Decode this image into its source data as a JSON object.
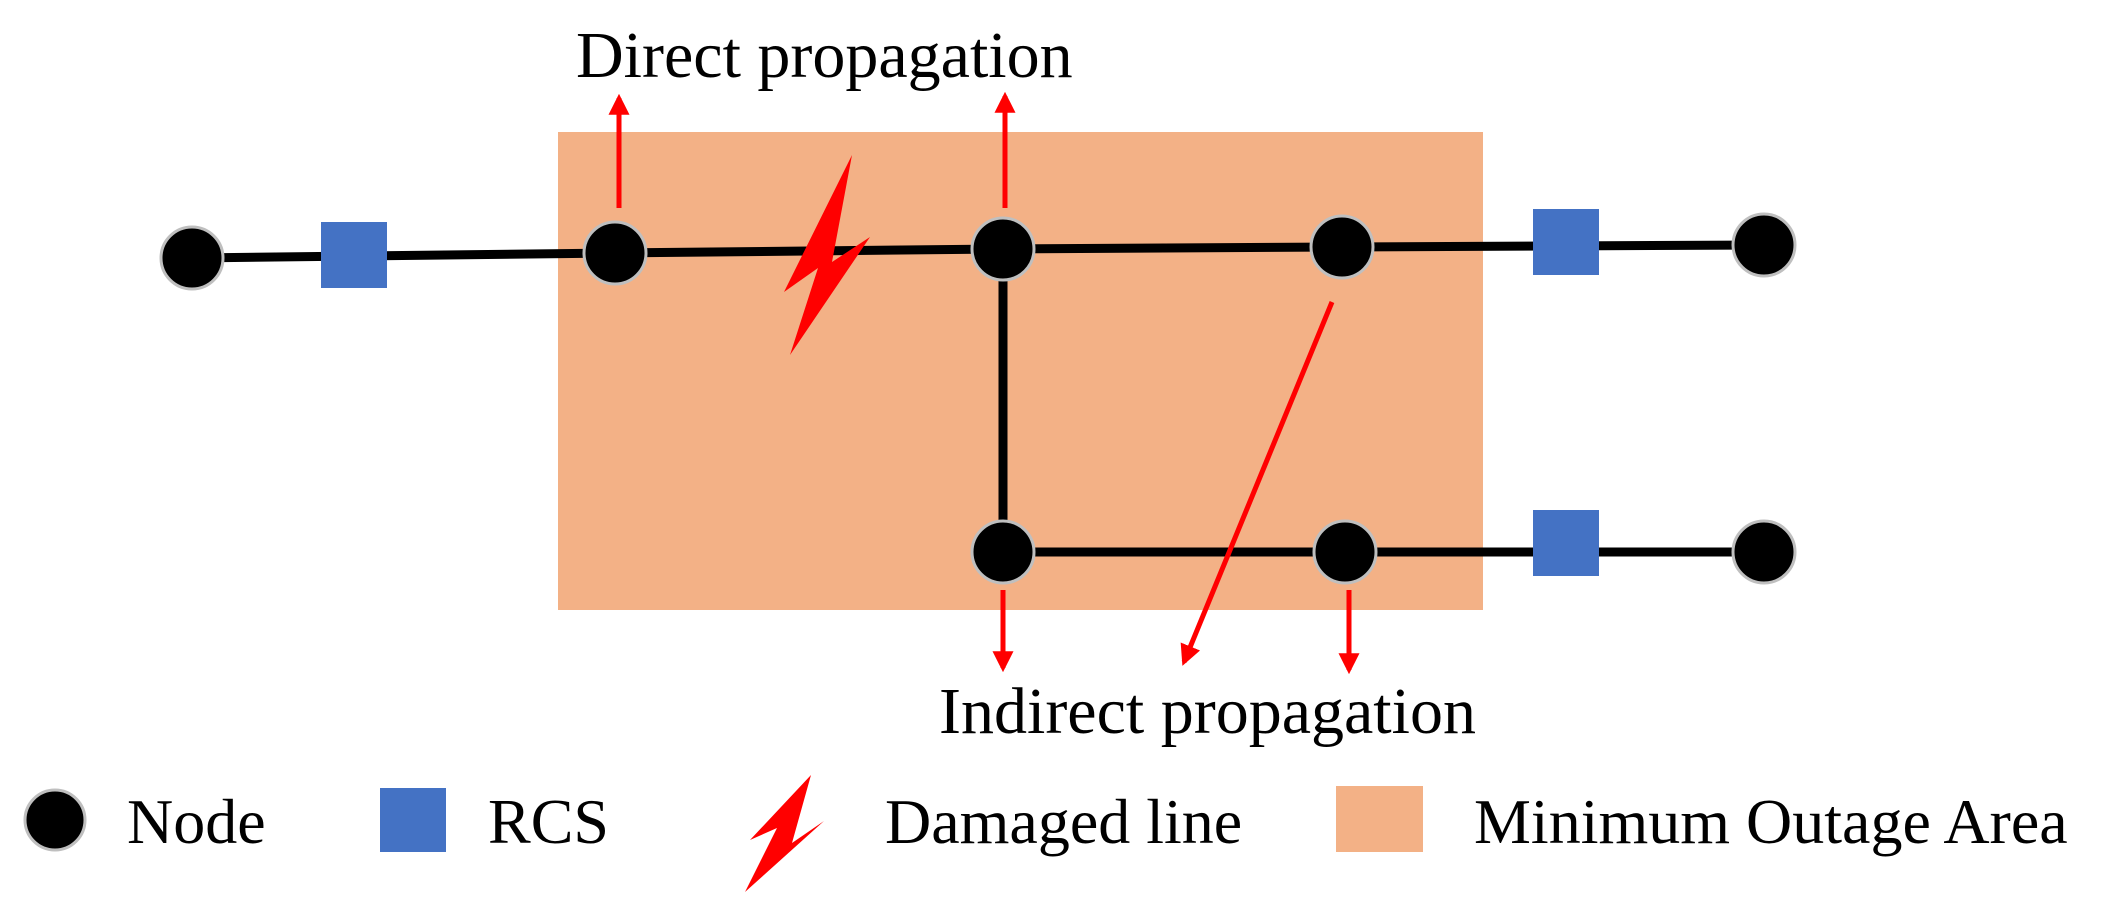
{
  "colors": {
    "outage_area": "#F3B186",
    "rcs": "#4472C4",
    "node": "#000000",
    "node_outline": "#BFBFBF",
    "line": "#000000",
    "fault": "#FF0000",
    "arrow": "#FF0000"
  },
  "annotations": {
    "direct": "Direct propagation",
    "indirect": "Indirect propagation"
  },
  "legend": [
    {
      "symbol": "node",
      "label": "Node"
    },
    {
      "symbol": "rcs",
      "label": "RCS"
    },
    {
      "symbol": "lightning",
      "label": "Damaged line"
    },
    {
      "symbol": "area",
      "label": "Minimum Outage Area"
    }
  ]
}
